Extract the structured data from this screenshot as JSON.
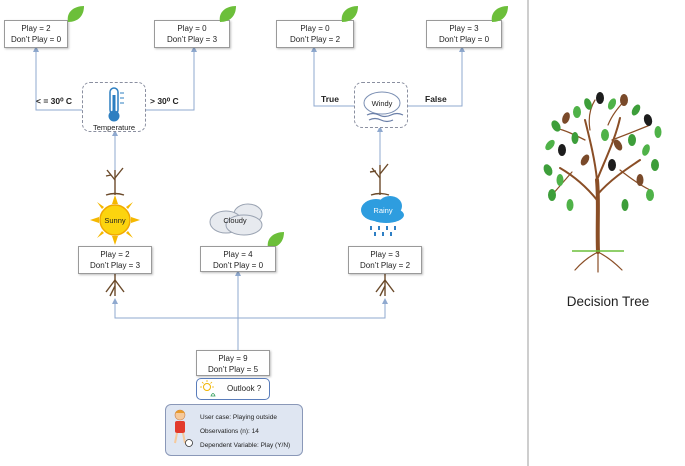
{
  "leaves": [
    {
      "play": "Play = 2",
      "dont": "Don’t Play = 0"
    },
    {
      "play": "Play = 0",
      "dont": "Don’t Play = 3"
    },
    {
      "play": "Play = 0",
      "dont": "Don’t Play = 2"
    },
    {
      "play": "Play = 3",
      "dont": "Don’t Play = 0"
    }
  ],
  "temperature": {
    "label": "Temperature",
    "left_cond": "< = 30⁰ C",
    "right_cond": "> 30⁰ C"
  },
  "windy": {
    "label": "Windy",
    "left_cond": "True",
    "right_cond": "False"
  },
  "weather": [
    {
      "label": "Sunny",
      "play": "Play = 2",
      "dont": "Don’t Play = 3"
    },
    {
      "label": "Cloudy",
      "play": "Play = 4",
      "dont": "Don’t Play = 0"
    },
    {
      "label": "Rainy",
      "play": "Play = 3",
      "dont": "Don’t Play = 2"
    }
  ],
  "root": {
    "play": "Play = 9",
    "dont": "Don’t Play = 5",
    "question": "Outlook ?"
  },
  "info": {
    "line1": "User case: Playing outside",
    "line2": "Observations (n): 14",
    "line3": "Dependent Variable: Play (Y/N)"
  },
  "title": "Decision Tree"
}
